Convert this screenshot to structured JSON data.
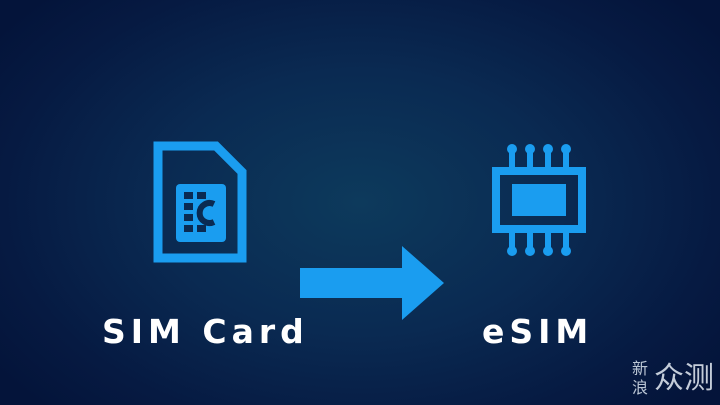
{
  "scene": {
    "sim_label": "SIM Card",
    "esim_label": "eSIM",
    "icons": {
      "sim": "sim-card-icon",
      "esim": "esim-chip-icon",
      "arrow": "right-arrow-icon"
    },
    "colors": {
      "accent": "#1a9df0",
      "label": "#ffffff",
      "background": "#061a42"
    }
  },
  "watermark": {
    "char_1": "新",
    "char_2": "浪",
    "big": "众测"
  }
}
